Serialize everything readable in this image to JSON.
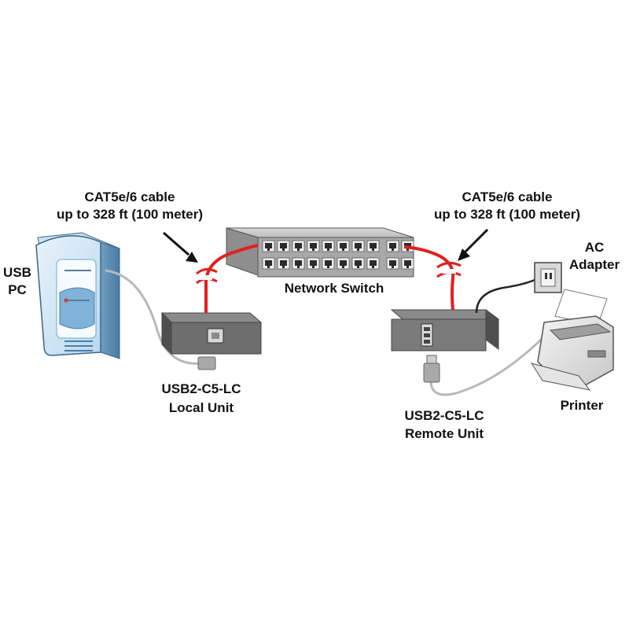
{
  "labels": {
    "cable_left_line1": "CAT5e/6 cable",
    "cable_left_line2": "up to 328 ft (100 meter)",
    "cable_right_line1": "CAT5e/6 cable",
    "cable_right_line2": "up to 328 ft (100 meter)",
    "usb_pc_line1": "USB",
    "usb_pc_line2": "PC",
    "network_switch": "Network Switch",
    "ac_adapter_line1": "AC",
    "ac_adapter_line2": "Adapter",
    "local_unit_line1": "USB2-C5-LC",
    "local_unit_line2": "Local Unit",
    "remote_unit_line1": "USB2-C5-LC",
    "remote_unit_line2": "Remote Unit",
    "printer": "Printer"
  },
  "colors": {
    "cable_red": "#e02020",
    "usb_cable_gray": "#b8b8b8",
    "device_gray": "#6e6e6e",
    "pc_blue": "#9ec6e6",
    "text": "#111111"
  }
}
